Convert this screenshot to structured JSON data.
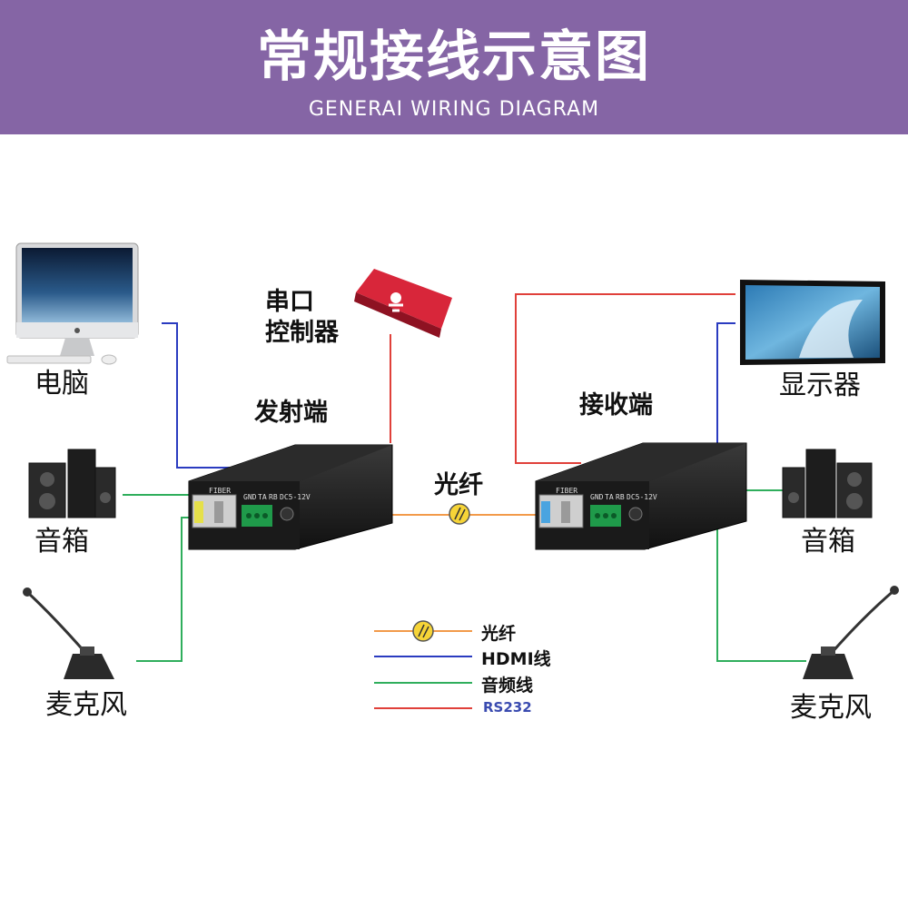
{
  "header": {
    "title_cn": "常规接线示意图",
    "title_en": "GENERAI WIRING DIAGRAM"
  },
  "labels": {
    "computer": "电脑",
    "speaker_left": "音箱",
    "mic_left": "麦克风",
    "serial_ctrl_line1": "串口",
    "serial_ctrl_line2": "控制器",
    "transmitter": "发射端",
    "fiber": "光纤",
    "receiver": "接收端",
    "display": "显示器",
    "speaker_right": "音箱",
    "mic_right": "麦克风"
  },
  "device": {
    "port_fiber": "FIBER",
    "port_gnd": "GND",
    "port_ta": "TA",
    "port_rb": "RB",
    "port_dc": "DC5-12V"
  },
  "legend": [
    {
      "label": "光纤",
      "color": "#f29a4a"
    },
    {
      "label": "HDMI线",
      "color": "#2a3bc0"
    },
    {
      "label": "音频线",
      "color": "#2fae5c"
    },
    {
      "label": "RS232",
      "color": "#e0403a"
    }
  ],
  "colors": {
    "header_bg": "#8565a5",
    "fiber": "#f29a4a",
    "hdmi": "#2a3bc0",
    "audio": "#2fae5c",
    "rs232": "#e0403a"
  }
}
